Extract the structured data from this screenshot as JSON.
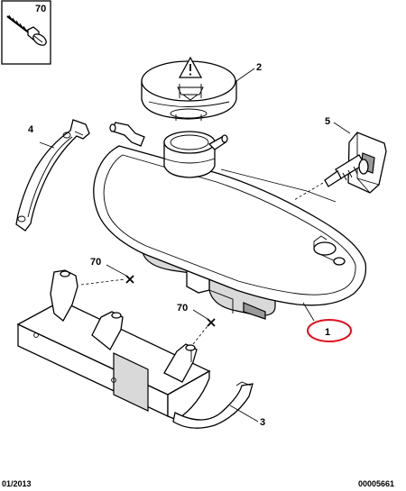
{
  "callouts": {
    "bolt": "70",
    "cap": "2",
    "strap": "4",
    "sensor": "5",
    "reservoir": "1",
    "support": "3",
    "fixing_a": "70",
    "fixing_b": "70"
  },
  "footer": {
    "date": "01/2013",
    "reference": "00005661"
  },
  "highlight_color": "#e0101e"
}
